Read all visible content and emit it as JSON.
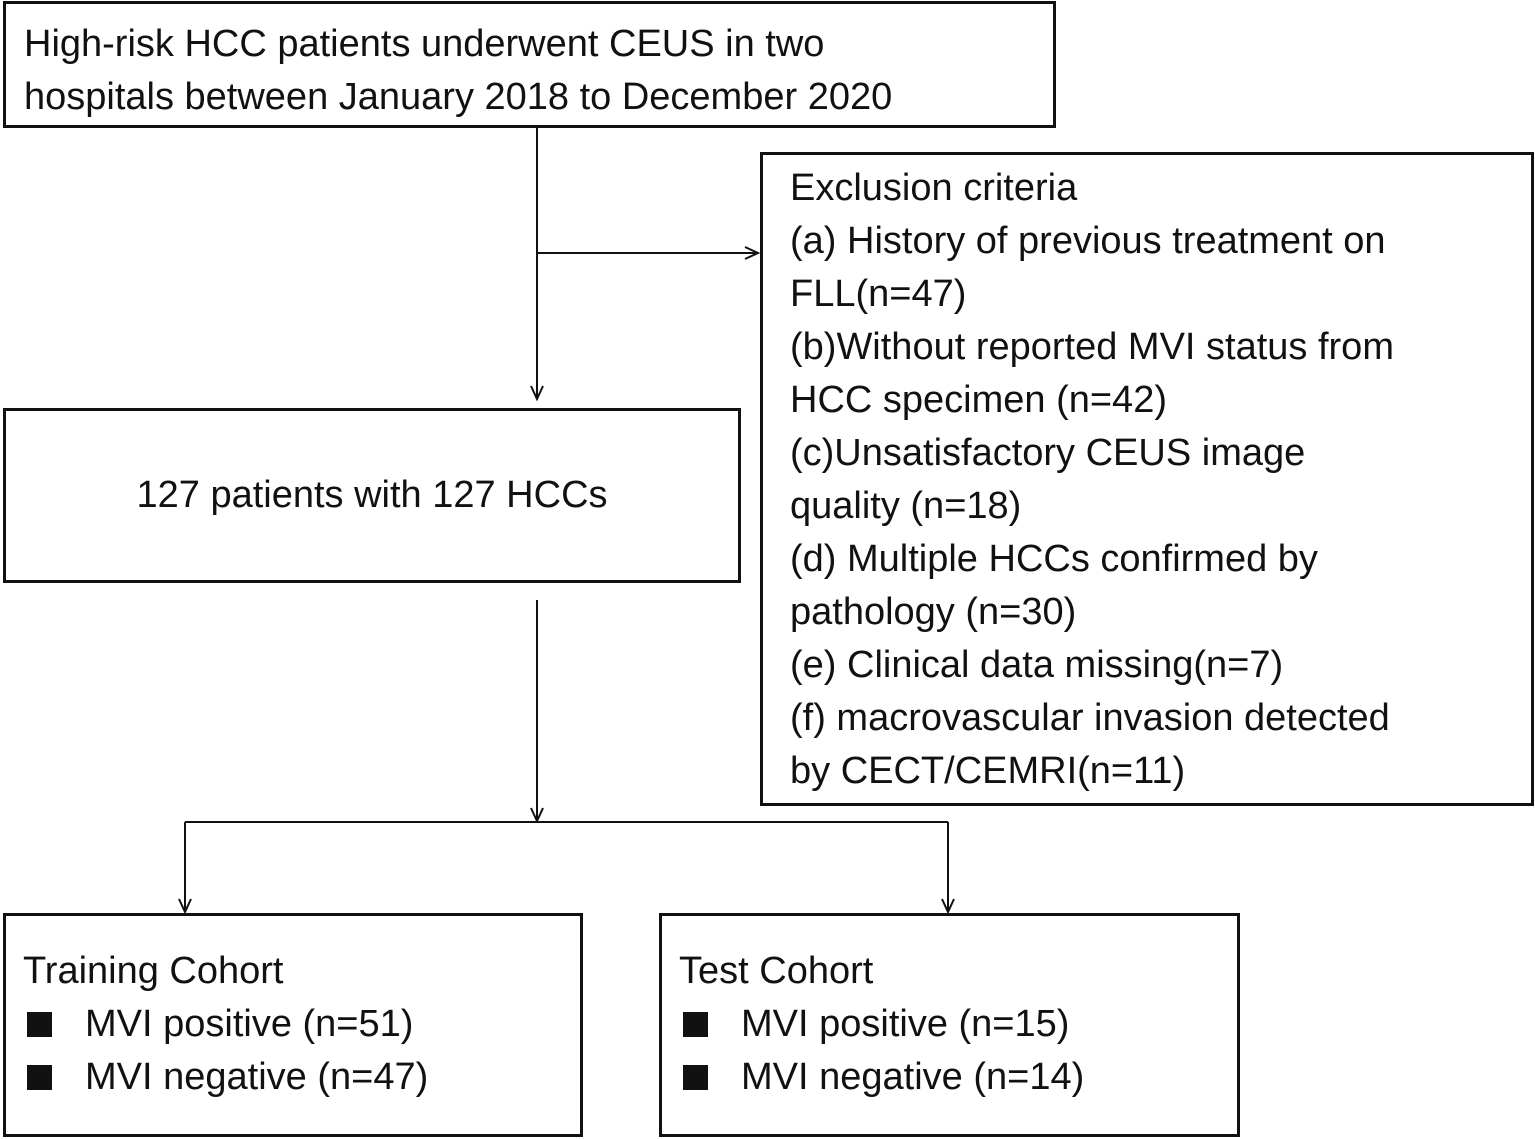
{
  "top_box": {
    "lines": [
      "High-risk HCC patients underwent CEUS in two",
      "hospitals between January 2018 to December 2020"
    ]
  },
  "patients_box": {
    "text": "127 patients with 127 HCCs"
  },
  "exclusion_box": {
    "title": "Exclusion criteria",
    "lines": [
      "(a) History of previous treatment on",
      "FLL(n=47)",
      "(b)Without reported MVI status from",
      "HCC specimen (n=42)",
      "(c)Unsatisfactory CEUS image",
      "quality (n=18)",
      "(d) Multiple HCCs confirmed by",
      "pathology (n=30)",
      "(e) Clinical data missing(n=7)",
      "(f) macrovascular invasion detected",
      "by CECT/CEMRI(n=11)"
    ]
  },
  "training_box": {
    "title": "Training Cohort",
    "items": [
      "MVI positive (n=51)",
      "MVI negative (n=47)"
    ]
  },
  "test_box": {
    "title": "Test Cohort",
    "items": [
      "MVI positive (n=15)",
      "MVI negative (n=14)"
    ]
  },
  "colors": {
    "line": "#111111",
    "background": "#ffffff"
  }
}
